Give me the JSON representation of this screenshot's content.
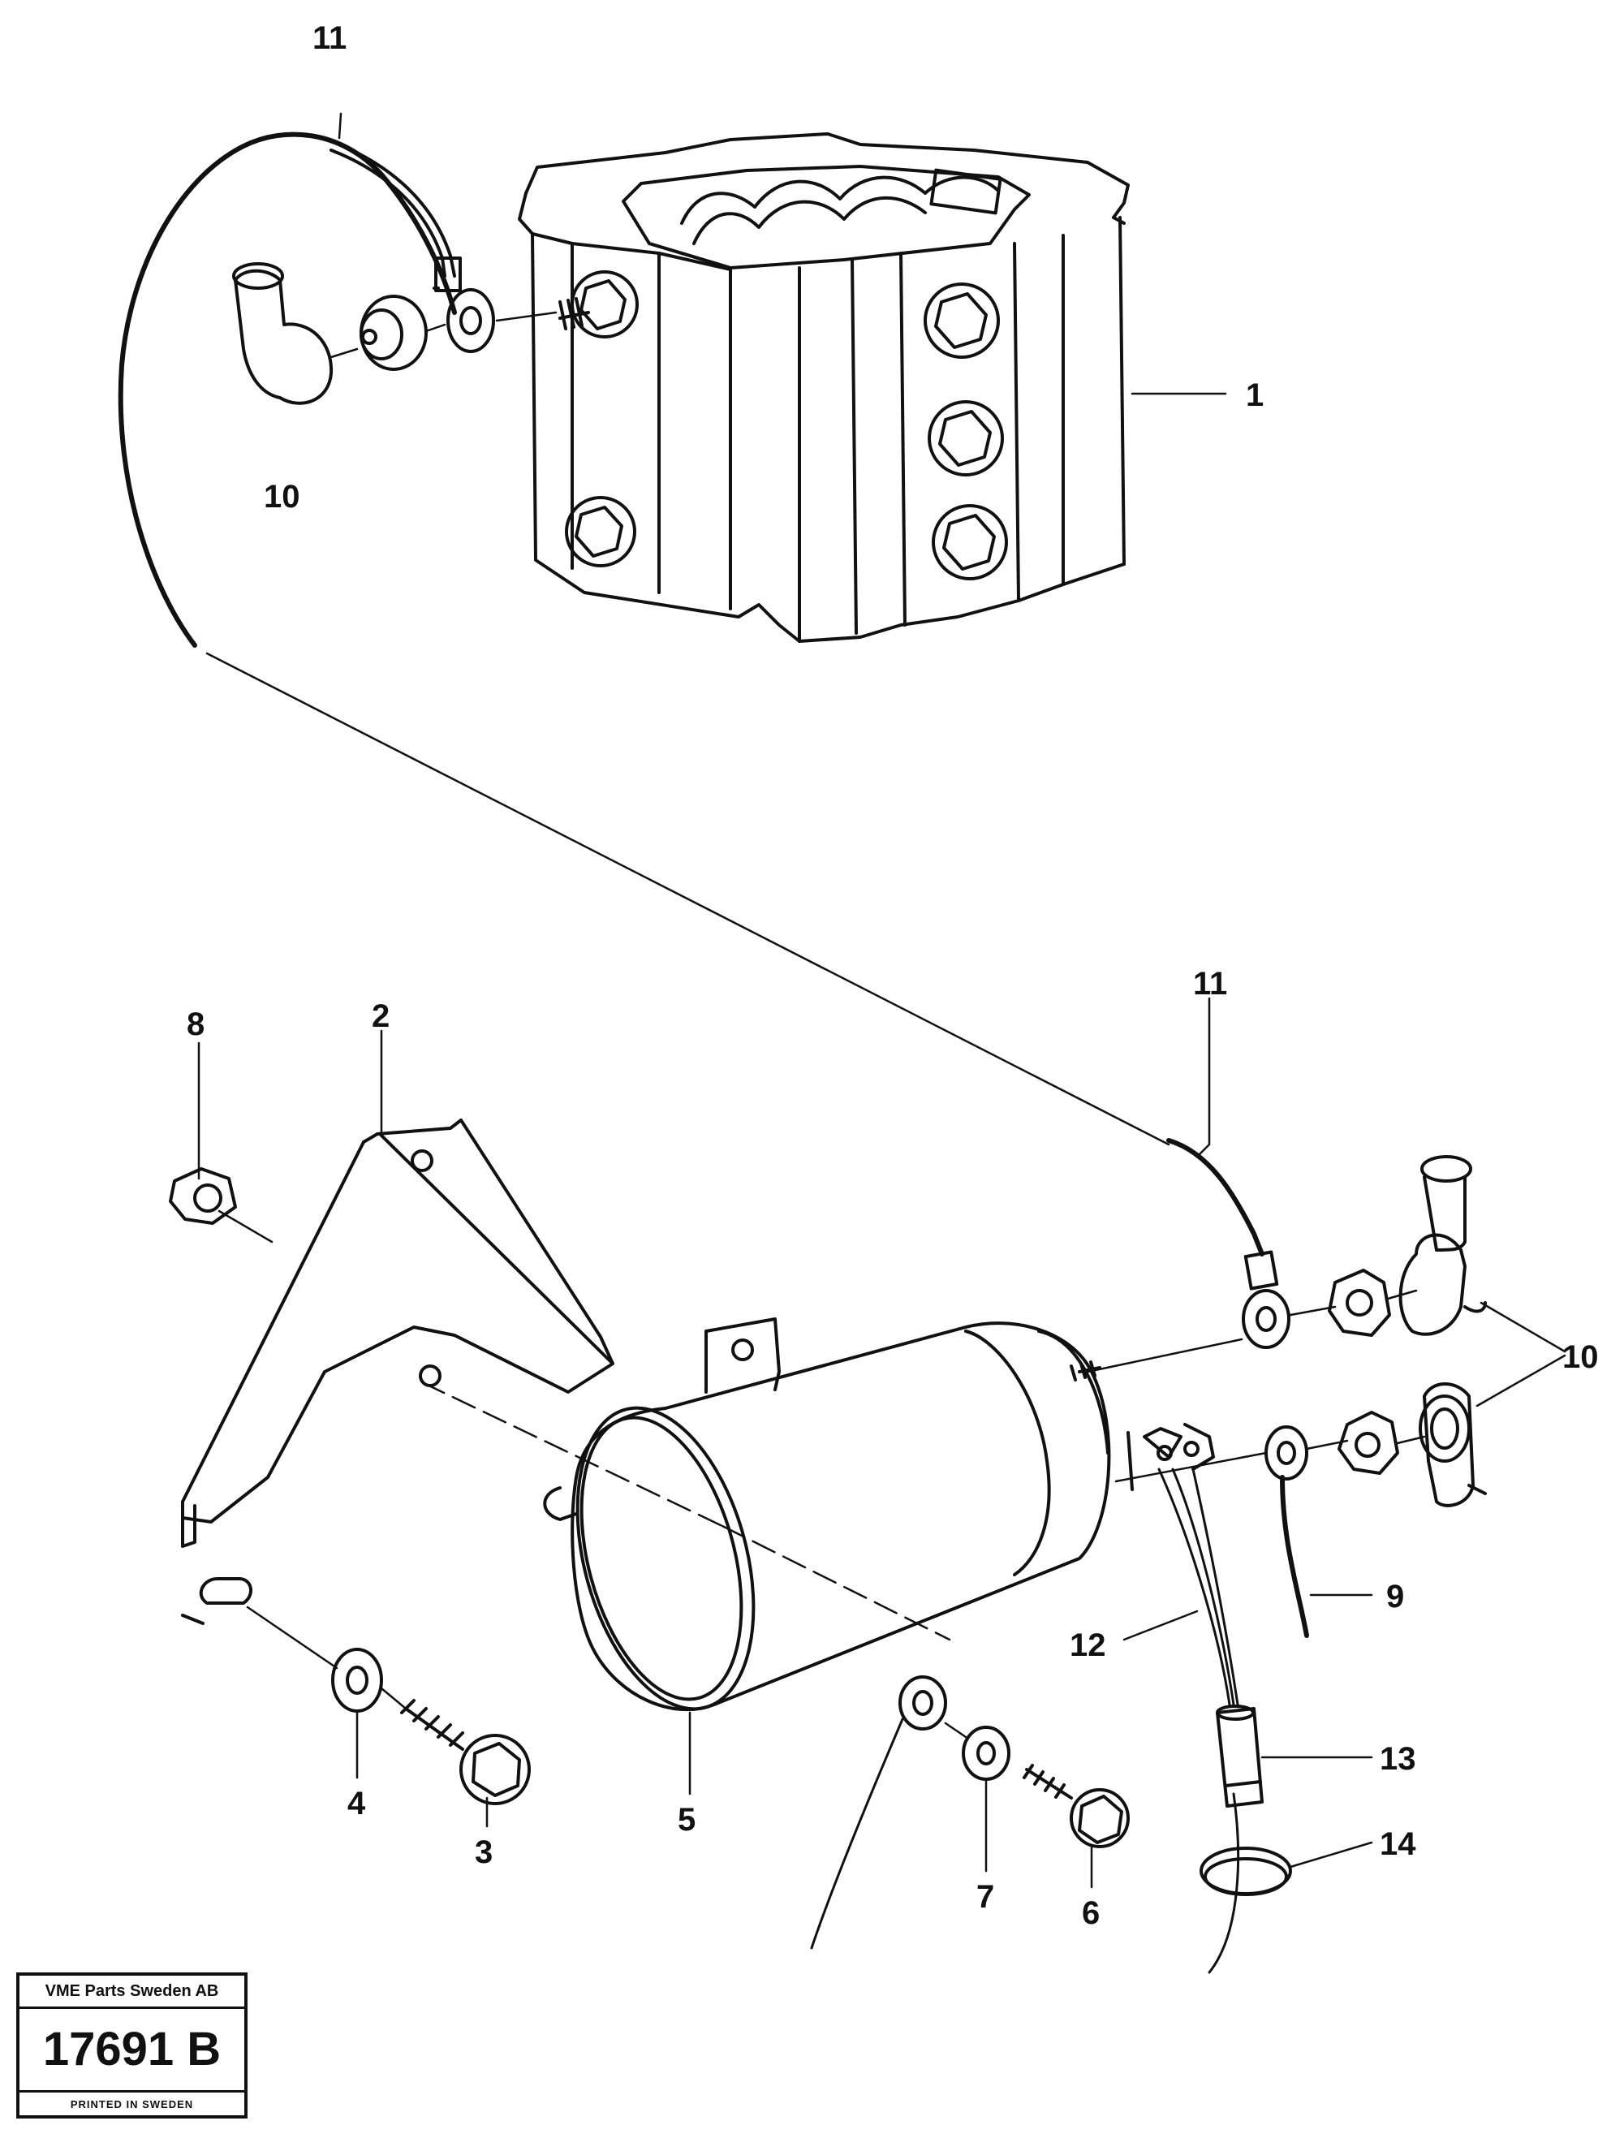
{
  "callouts": {
    "c1": "1",
    "c2": "2",
    "c3": "3",
    "c4": "4",
    "c5": "5",
    "c6": "6",
    "c7": "7",
    "c8": "8",
    "c9": "9",
    "c10_top": "10",
    "c10_bottom": "10",
    "c11_top": "11",
    "c11_bottom": "11",
    "c12": "12",
    "c13": "13",
    "c14": "14"
  },
  "stamp": {
    "company": "VME Parts Sweden AB",
    "number": "17691 B",
    "printed": "PRINTED IN SWEDEN"
  }
}
